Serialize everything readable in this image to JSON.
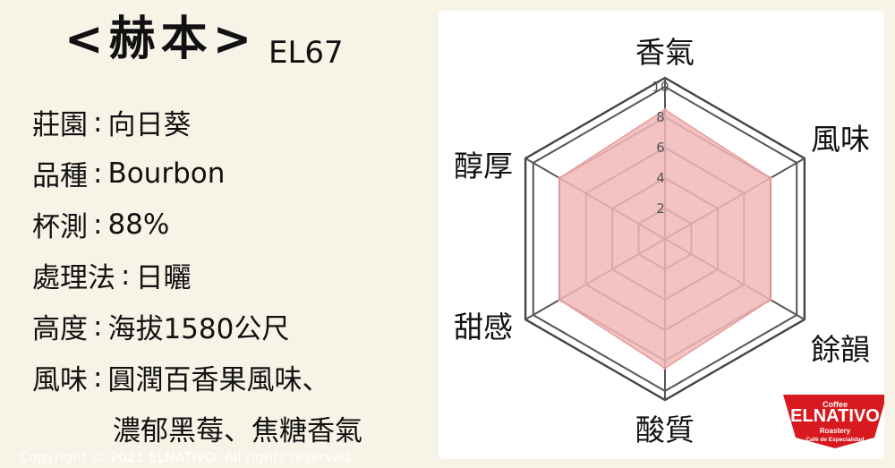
{
  "header": {
    "title": "<赫本>",
    "code": "EL67"
  },
  "details": [
    {
      "label": "莊園",
      "value": "向日葵"
    },
    {
      "label": "品種",
      "value": "Bourbon"
    },
    {
      "label": "杯測",
      "value": "88%"
    },
    {
      "label": "處理法",
      "value": "日曬"
    },
    {
      "label": "高度",
      "value": "海拔1580公尺"
    },
    {
      "label": "風味",
      "value": "圓潤百香果風味、"
    },
    {
      "label": "",
      "value": "濃郁黑莓、焦糖香氣"
    }
  ],
  "copyright": "Copyright © 2021 ELNATIVO. All rights reserved.",
  "brand": {
    "small": "Coffee",
    "name": "ELNATIVO",
    "line1": "Roastery",
    "line2": "Café de Especialidad",
    "color": "#d71920"
  },
  "chart_data": {
    "type": "radar",
    "axes": [
      "香氣",
      "風味",
      "餘韻",
      "酸質",
      "甜感",
      "醇厚"
    ],
    "values": [
      8.5,
      8.0,
      8.0,
      8.5,
      8.0,
      8.0
    ],
    "range": [
      0,
      10
    ],
    "ticks": [
      2,
      4,
      6,
      8,
      10
    ],
    "grid": true,
    "fill_color": "#f1b8b8",
    "stroke_color": "#e89a9a"
  }
}
